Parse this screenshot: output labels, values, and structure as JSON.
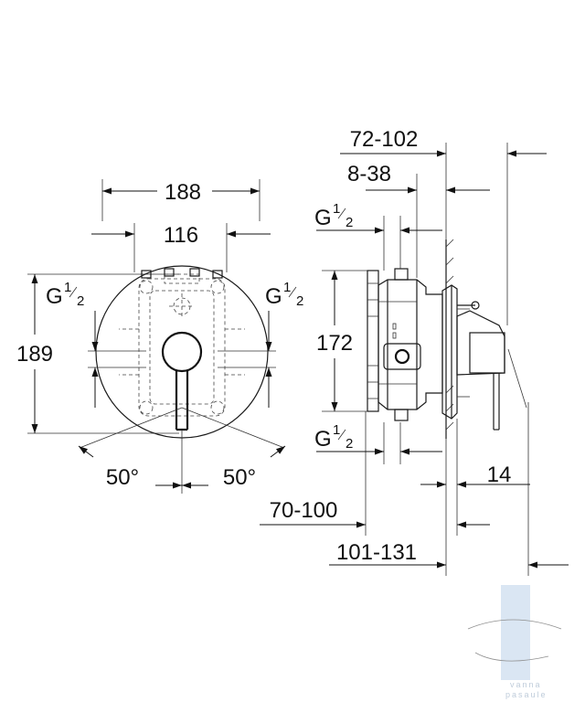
{
  "front_view": {
    "width_outer": "188",
    "width_inner": "116",
    "height": "189",
    "thread_left": {
      "main": "G",
      "num": "1",
      "den": "2"
    },
    "thread_right": {
      "main": "G",
      "num": "1",
      "den": "2"
    },
    "angle_left": "50°",
    "angle_right": "50°"
  },
  "side_view": {
    "depth_total": "72-102",
    "depth_body": "8-38",
    "thread_top": {
      "main": "G",
      "num": "1",
      "den": "2"
    },
    "height_body": "172",
    "thread_bottom": {
      "main": "G",
      "num": "1",
      "den": "2"
    },
    "plate_offset": "14",
    "mount_depth": "70-100",
    "overall_depth": "101-131"
  },
  "watermark": {
    "text": "vanna",
    "text2": "pasaule",
    "color": "#9fb8d6"
  }
}
